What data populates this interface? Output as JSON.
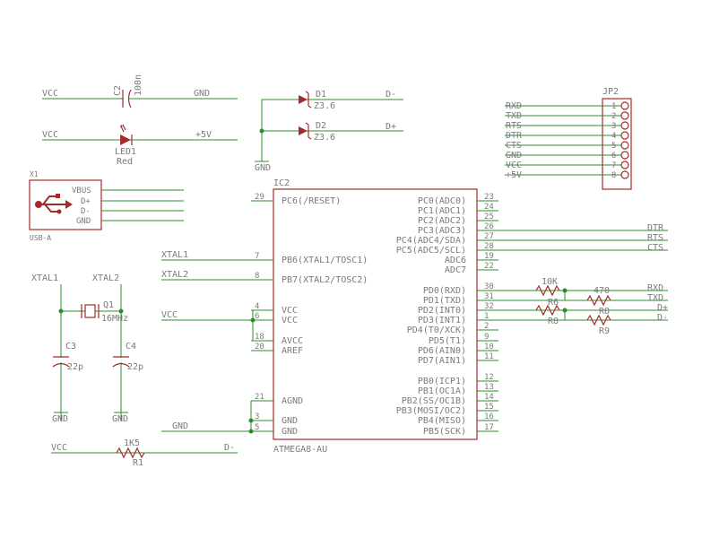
{
  "colors": {
    "wire": "#2e8b2e",
    "body": "#a52a2a",
    "text": "#7a7a7a"
  },
  "c2": {
    "vcc": "VCC",
    "gnd": "GND",
    "name": "C2",
    "value": "100n"
  },
  "led1": {
    "vcc": "VCC",
    "net": "+5V",
    "name": "LED1",
    "value": "Red"
  },
  "d1": {
    "name": "D1",
    "value": "Z3.6",
    "net": "D-"
  },
  "d2": {
    "name": "D2",
    "value": "Z3.6",
    "net": "D+"
  },
  "gnd_zener": "GND",
  "jp2": {
    "name": "JP2",
    "nets": [
      "RXD",
      "TXD",
      "RTS",
      "DTR",
      "CTS",
      "GND",
      "VCC",
      "+5V"
    ],
    "pins": [
      "1",
      "2",
      "3",
      "4",
      "5",
      "6",
      "7",
      "8"
    ]
  },
  "usb": {
    "ref": "X1",
    "name": "USB-A",
    "pins": [
      "VBUS",
      "D+",
      "D-",
      "GND"
    ],
    "icon": "usb-icon"
  },
  "crystal": {
    "net1": "XTAL1",
    "net2": "XTAL2",
    "name": "Q1",
    "value": "16MHz",
    "c3": "C3",
    "c3v": "22p",
    "c4": "C4",
    "c4v": "22p",
    "gnd1": "GND",
    "gnd2": "GND"
  },
  "ic2": {
    "ref": "IC2",
    "part": "ATMEGA8-AU",
    "left_pins": [
      {
        "num": "29",
        "name": "PC6(/RESET)"
      },
      {
        "num": "7",
        "name": "PB6(XTAL1/TOSC1)"
      },
      {
        "num": "8",
        "name": "PB7(XTAL2/TOSC2)"
      },
      {
        "num": "4",
        "name": "VCC"
      },
      {
        "num": "6",
        "name": "VCC"
      },
      {
        "num": "18",
        "name": "AVCC"
      },
      {
        "num": "20",
        "name": "AREF"
      },
      {
        "num": "21",
        "name": "AGND"
      },
      {
        "num": "3",
        "name": "GND"
      },
      {
        "num": "5",
        "name": "GND"
      }
    ],
    "right_pins": [
      {
        "num": "23",
        "name": "PC0(ADC0)"
      },
      {
        "num": "24",
        "name": "PC1(ADC1)"
      },
      {
        "num": "25",
        "name": "PC2(ADC2)"
      },
      {
        "num": "26",
        "name": "PC3(ADC3)"
      },
      {
        "num": "27",
        "name": "PC4(ADC4/SDA)"
      },
      {
        "num": "28",
        "name": "PC5(ADC5/SCL)"
      },
      {
        "num": "19",
        "name": "ADC6"
      },
      {
        "num": "22",
        "name": "ADC7"
      },
      {
        "num": "30",
        "name": "PD0(RXD)"
      },
      {
        "num": "31",
        "name": "PD1(TXD)"
      },
      {
        "num": "32",
        "name": "PD2(INT0)"
      },
      {
        "num": "1",
        "name": "PD3(INT1)"
      },
      {
        "num": "2",
        "name": "PD4(T0/XCK)"
      },
      {
        "num": "9",
        "name": "PD5(T1)"
      },
      {
        "num": "10",
        "name": "PD6(AIN0)"
      },
      {
        "num": "11",
        "name": "PD7(AIN1)"
      },
      {
        "num": "12",
        "name": "PB0(ICP1)"
      },
      {
        "num": "13",
        "name": "PB1(OC1A)"
      },
      {
        "num": "14",
        "name": "PB2(SS/OC1B)"
      },
      {
        "num": "15",
        "name": "PB3(MOSI/OC2)"
      },
      {
        "num": "16",
        "name": "PB4(MISO)"
      },
      {
        "num": "17",
        "name": "PB5(SCK)"
      }
    ],
    "net_xtal1": "XTAL1",
    "net_xtal2": "XTAL2",
    "net_vcc": "VCC",
    "net_gnd": "GND",
    "net_dtr": "DTR",
    "net_rts": "RTS",
    "net_cts": "CTS",
    "net_rxd": "RXD",
    "net_txd": "TXD",
    "net_dp": "D+",
    "net_dm": "D-"
  },
  "resistors": {
    "r_10k": "10K",
    "r_470": "470",
    "r6": "R6",
    "r8": "R8",
    "r9": "R9",
    "r_extra": "R8"
  },
  "r1": {
    "vcc": "VCC",
    "value": "1K5",
    "name": "R1",
    "net": "D-"
  }
}
